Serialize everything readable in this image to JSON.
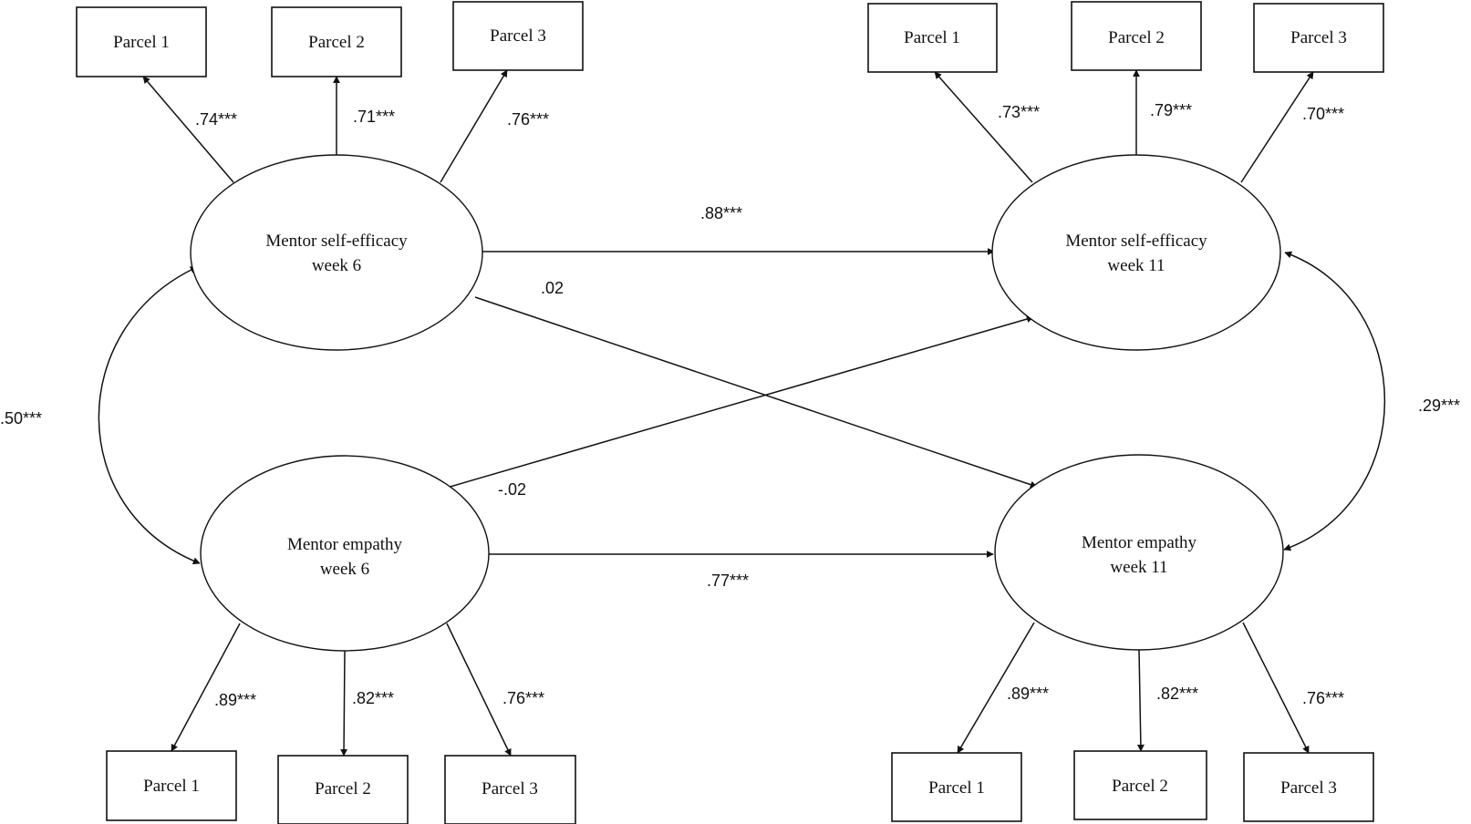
{
  "factors": {
    "se6": {
      "line1": "Mentor self-efficacy",
      "line2": "week 6"
    },
    "se11": {
      "line1": "Mentor self-efficacy",
      "line2": "week 11"
    },
    "em6": {
      "line1": "Mentor empathy",
      "line2": "week 6"
    },
    "em11": {
      "line1": "Mentor empathy",
      "line2": "week 11"
    }
  },
  "indicators": {
    "se6_p1": "Parcel 1",
    "se6_p2": "Parcel 2",
    "se6_p3": "Parcel 3",
    "se11_p1": "Parcel 1",
    "se11_p2": "Parcel 2",
    "se11_p3": "Parcel 3",
    "em6_p1": "Parcel 1",
    "em6_p2": "Parcel 2",
    "em6_p3": "Parcel 3",
    "em11_p1": "Parcel 1",
    "em11_p2": "Parcel 2",
    "em11_p3": "Parcel 3"
  },
  "loadings": {
    "se6_p1": ".74***",
    "se6_p2": ".71***",
    "se6_p3": ".76***",
    "se11_p1": ".73***",
    "se11_p2": ".79***",
    "se11_p3": ".70***",
    "em6_p1": ".89***",
    "em6_p2": ".82***",
    "em6_p3": ".76***",
    "em11_p1": ".89***",
    "em11_p2": ".82***",
    "em11_p3": ".76***"
  },
  "paths": {
    "se6_se11": ".88***",
    "se6_em11": ".02",
    "em6_se11": "-.02",
    "em6_em11": ".77***"
  },
  "covariances": {
    "week6": ".50***",
    "week11": ".29***"
  }
}
